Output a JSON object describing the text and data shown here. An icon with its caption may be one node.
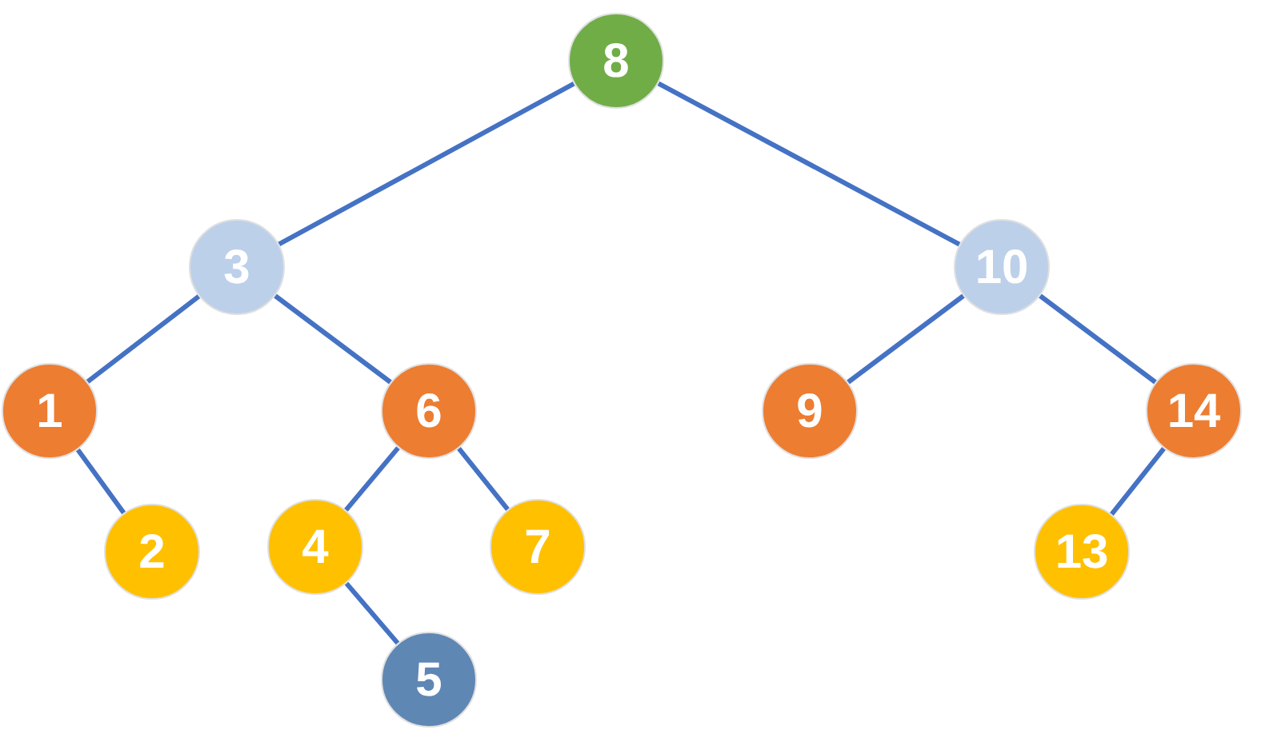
{
  "diagram": {
    "nodes": [
      {
        "text": [
          "8"
        ]
      },
      {
        "text": [
          "3"
        ]
      },
      {
        "text": [
          "10"
        ]
      },
      {
        "text": [
          "1"
        ]
      },
      {
        "text": [
          "6"
        ]
      },
      {
        "text": [
          "9"
        ]
      },
      {
        "text": [
          "14"
        ]
      },
      {
        "text": [
          "2"
        ]
      },
      {
        "text": [
          "4"
        ]
      },
      {
        "text": [
          "7"
        ]
      },
      {
        "text": [
          "13"
        ]
      },
      {
        "text": [
          "5"
        ]
      }
    ],
    "edges": [
      {
        "from": 0,
        "to": 1,
        "arrow": "none"
      },
      {
        "from": 0,
        "to": 2,
        "arrow": "none"
      },
      {
        "from": 1,
        "to": 3,
        "arrow": "none"
      },
      {
        "from": 1,
        "to": 4,
        "arrow": "none"
      },
      {
        "from": 2,
        "to": 5,
        "arrow": "none"
      },
      {
        "from": 2,
        "to": 6,
        "arrow": "none"
      },
      {
        "from": 3,
        "to": 7,
        "arrow": "none"
      },
      {
        "from": 4,
        "to": 8,
        "arrow": "none"
      },
      {
        "from": 4,
        "to": 9,
        "arrow": "none"
      },
      {
        "from": 6,
        "to": 10,
        "arrow": "none"
      },
      {
        "from": 8,
        "to": 11,
        "arrow": "none"
      }
    ]
  }
}
